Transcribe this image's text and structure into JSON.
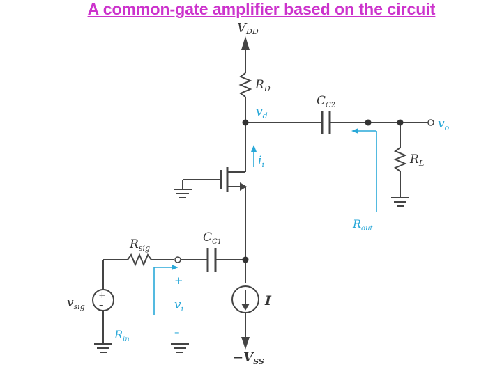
{
  "title": "A common-gate amplifier based on the circuit",
  "labels": {
    "vdd_main": "V",
    "vdd_sub": "DD",
    "rd_main": "R",
    "rd_sub": "D",
    "cc2_main": "C",
    "cc2_sub": "C2",
    "vd_main": "v",
    "vd_sub": "d",
    "vo_main": "v",
    "vo_sub": "o",
    "rl_main": "R",
    "rl_sub": "L",
    "ii_main": "i",
    "ii_sub": "i",
    "rout_main": "R",
    "rout_sub": "out",
    "rsig_main": "R",
    "rsig_sub": "sig",
    "cc1_main": "C",
    "cc1_sub": "C1",
    "vsig_main": "v",
    "vsig_sub": "sig",
    "rin_main": "R",
    "rin_sub": "in",
    "vi_main": "v",
    "vi_sub": "i",
    "vi_plus": "+",
    "vi_minus": "–",
    "src_plus": "+",
    "src_minus": "–",
    "current_source": "I",
    "vss_main": "−V",
    "vss_sub": "SS"
  },
  "colors": {
    "title": "#cc33cc",
    "wire": "#444444",
    "annotation": "#29a8d8"
  }
}
